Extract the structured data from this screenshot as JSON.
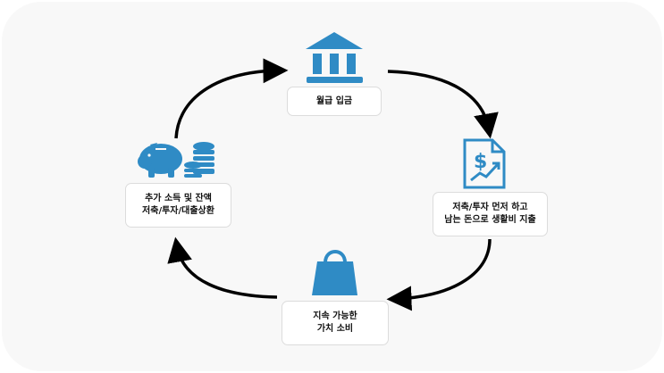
{
  "colors": {
    "icon": "#2f8bc5",
    "arrow": "#000000"
  },
  "steps": [
    {
      "icon": "bank-icon",
      "lines": [
        "월급 입금"
      ]
    },
    {
      "icon": "invoice-growth-icon",
      "lines": [
        "저축/투자 먼저 하고",
        "남는 돈으로 생활비 지출"
      ]
    },
    {
      "icon": "shopping-bag-icon",
      "lines": [
        "지속 가능한",
        "가치 소비"
      ]
    },
    {
      "icon": "piggy-bank-coins-icon",
      "lines": [
        "추가 소득 및 잔액",
        "저축/투자/대출상환"
      ]
    }
  ]
}
